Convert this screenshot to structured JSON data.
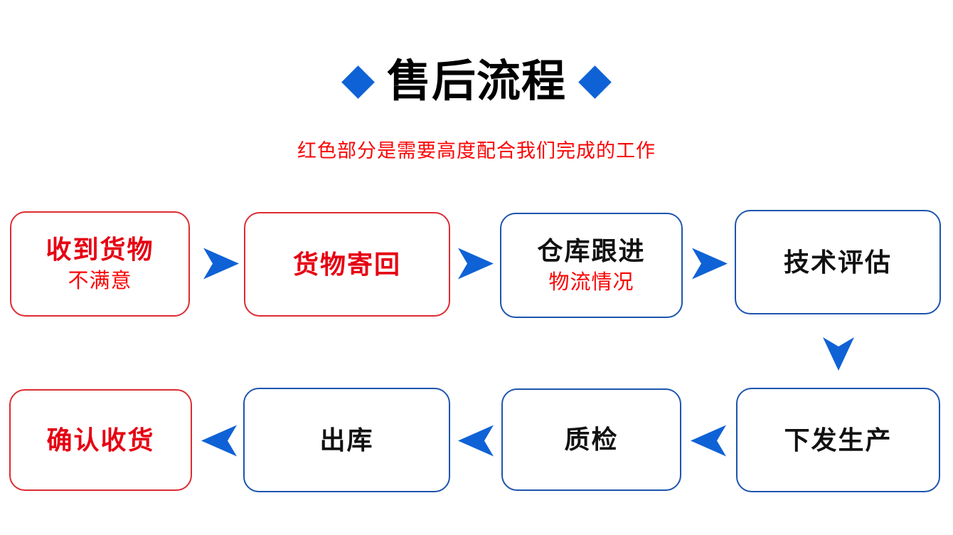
{
  "header": {
    "title": "售后流程",
    "subtitle": "红色部分是需要高度配合我们完成的工作",
    "left_icon": "diamond-icon",
    "right_icon": "diamond-icon"
  },
  "colors": {
    "accent_blue": "#0f62d5",
    "blue_border": "#1d55ad",
    "red": "#e60012",
    "red_bright": "#fa0505",
    "red_border": "#dd2c32",
    "text_black": "#111111",
    "background": "#ffffff"
  },
  "flow": {
    "top_row": [
      {
        "title": "收到货物",
        "subtitle": "不满意",
        "style": "red"
      },
      {
        "title": "货物寄回",
        "subtitle": "",
        "style": "red"
      },
      {
        "title": "仓库跟进",
        "subtitle": "物流情况",
        "style": "blue"
      },
      {
        "title": "技术评估",
        "subtitle": "",
        "style": "blue"
      }
    ],
    "bottom_row": [
      {
        "title": "确认收货",
        "subtitle": "",
        "style": "red"
      },
      {
        "title": "出库",
        "subtitle": "",
        "style": "blue"
      },
      {
        "title": "质检",
        "subtitle": "",
        "style": "blue"
      },
      {
        "title": "下发生产",
        "subtitle": "",
        "style": "blue"
      }
    ],
    "arrows": [
      {
        "name": "arrow-right-icon",
        "direction": "right"
      },
      {
        "name": "arrow-right-icon",
        "direction": "right"
      },
      {
        "name": "arrow-right-icon",
        "direction": "right"
      },
      {
        "name": "arrow-down-icon",
        "direction": "down"
      },
      {
        "name": "arrow-left-icon",
        "direction": "left"
      },
      {
        "name": "arrow-left-icon",
        "direction": "left"
      },
      {
        "name": "arrow-left-icon",
        "direction": "left"
      }
    ]
  }
}
